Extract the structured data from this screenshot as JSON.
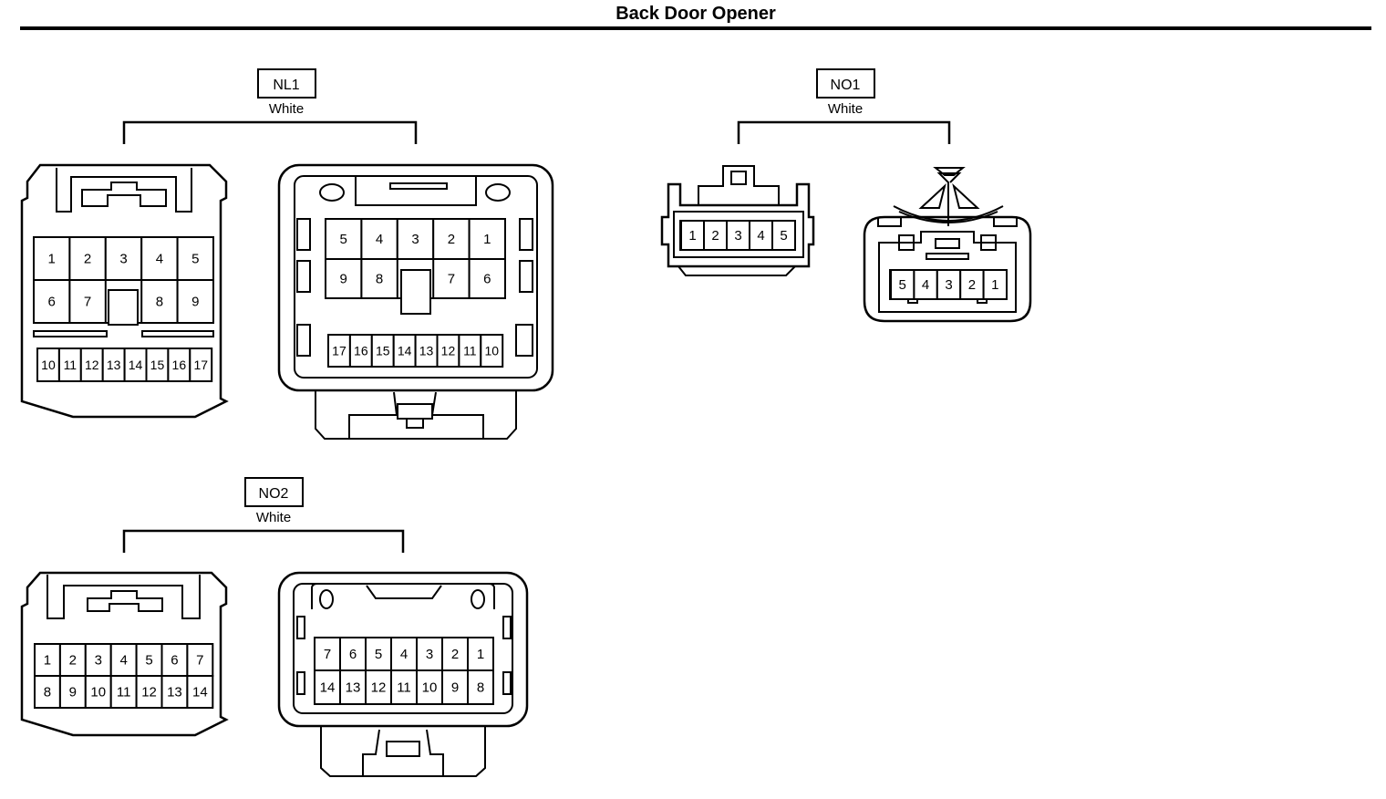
{
  "title": "Back Door Opener",
  "connectors": [
    {
      "id": "NL1",
      "label": "NL1",
      "color": "White",
      "male": {
        "rows": [
          [
            "1",
            "2",
            "3",
            "4",
            "5"
          ],
          [
            "6",
            "7",
            "",
            "8",
            "9"
          ],
          [
            "10",
            "11",
            "12",
            "13",
            "14",
            "15",
            "16",
            "17"
          ]
        ]
      },
      "female": {
        "rows": [
          [
            "5",
            "4",
            "3",
            "2",
            "1"
          ],
          [
            "9",
            "8",
            "",
            "7",
            "6"
          ],
          [
            "17",
            "16",
            "15",
            "14",
            "13",
            "12",
            "11",
            "10"
          ]
        ]
      }
    },
    {
      "id": "NO1",
      "label": "NO1",
      "color": "White",
      "male": {
        "rows": [
          [
            "1",
            "2",
            "3",
            "4",
            "5"
          ]
        ]
      },
      "female": {
        "rows": [
          [
            "5",
            "4",
            "3",
            "2",
            "1"
          ]
        ]
      }
    },
    {
      "id": "NO2",
      "label": "NO2",
      "color": "White",
      "male": {
        "rows": [
          [
            "1",
            "2",
            "3",
            "4",
            "5",
            "6",
            "7"
          ],
          [
            "8",
            "9",
            "10",
            "11",
            "12",
            "13",
            "14"
          ]
        ]
      },
      "female": {
        "rows": [
          [
            "7",
            "6",
            "5",
            "4",
            "3",
            "2",
            "1"
          ],
          [
            "14",
            "13",
            "12",
            "11",
            "10",
            "9",
            "8"
          ]
        ]
      }
    }
  ]
}
